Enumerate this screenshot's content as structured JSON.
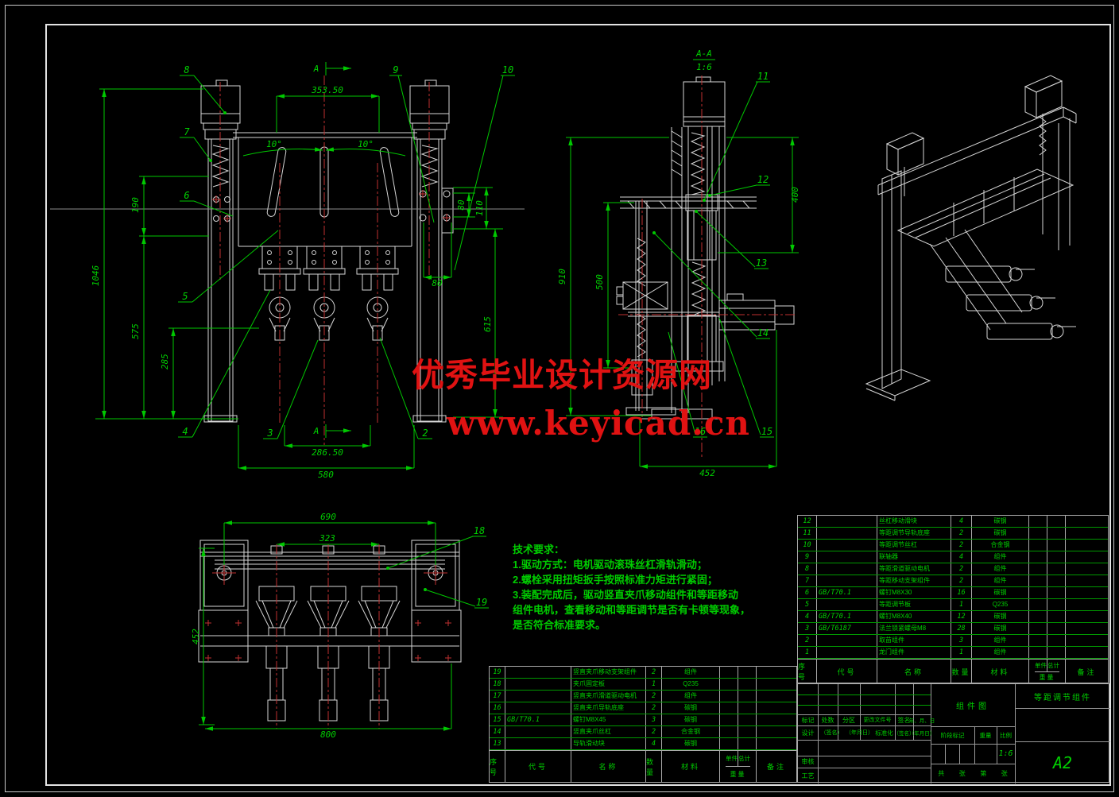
{
  "watermark": {
    "line1": "优秀毕业设计资源网",
    "line2": "www.keyicad.cn"
  },
  "tech_requirements": {
    "title": "技术要求：",
    "lines": [
      "1.驱动方式：电机驱动滚珠丝杠滑轨滑动；",
      "2.螺栓采用扭矩扳手按照标准力矩进行紧固；",
      "3.装配完成后，驱动竖直夹爪移动组件和等距移动",
      "组件电机，查看移动和等距调节是否有卡顿等现象，",
      "是否符合标准要求。"
    ]
  },
  "views": {
    "front": {
      "section_label": "A",
      "dims": {
        "width_top": "353.50",
        "angle_left": "10°",
        "angle_right": "10°",
        "height_total": "1046",
        "h190": "190",
        "h575": "575",
        "h285": "285",
        "r80": "80",
        "r110": "110",
        "mid80": "80",
        "r615": "615",
        "w28650": "286.50",
        "w580": "580"
      },
      "balloons": {
        "b2": "2",
        "b3": "3",
        "b4": "4",
        "b5": "5",
        "b6": "6",
        "b7": "7",
        "b8": "8",
        "b9": "9",
        "b10": "10"
      }
    },
    "section": {
      "title": "A-A",
      "scale": "1:6",
      "dims": {
        "h910": "910",
        "h500": "500",
        "h400": "400",
        "w452": "452"
      },
      "balloons": {
        "b11": "11",
        "b12": "12",
        "b13": "13",
        "b14": "14",
        "b15": "15",
        "b16": "16"
      }
    },
    "bottom": {
      "dims": {
        "w690": "690",
        "w323": "323",
        "h452": "452",
        "w800": "800"
      },
      "balloons": {
        "b18": "18",
        "b19": "19"
      }
    }
  },
  "bom_header": {
    "seq": "序号",
    "code": "代号",
    "name": "名称",
    "qty": "数量",
    "material": "材料",
    "unit": "单件",
    "total": "总计",
    "weight": "重量",
    "remark": "备注"
  },
  "bom_right": {
    "rows": [
      [
        "12",
        "",
        "丝杠移动滑块",
        "4",
        "碳钢"
      ],
      [
        "11",
        "",
        "等距调节导轨底座",
        "2",
        "碳钢"
      ],
      [
        "10",
        "",
        "等距调节丝杠",
        "2",
        "合金钢"
      ],
      [
        "9",
        "",
        "联轴器",
        "4",
        "组件"
      ],
      [
        "8",
        "",
        "等距滑道驱动电机",
        "2",
        "组件"
      ],
      [
        "7",
        "",
        "等距移动支架组件",
        "2",
        "组件"
      ],
      [
        "6",
        "GB/T70.1",
        "螺钉M8X30",
        "16",
        "碳钢"
      ],
      [
        "5",
        "",
        "等距调节板",
        "1",
        "Q235"
      ],
      [
        "4",
        "GB/T70.1",
        "螺钉M8X40",
        "12",
        "碳钢"
      ],
      [
        "3",
        "GB/T6187",
        "法兰锁紧螺母M8",
        "28",
        "碳钢"
      ],
      [
        "2",
        "",
        "取苗组件",
        "3",
        "组件"
      ],
      [
        "1",
        "",
        "龙门组件",
        "1",
        "组件"
      ]
    ]
  },
  "bom_left": {
    "rows": [
      [
        "19",
        "",
        "竖直夹爪移动支架组件",
        "2",
        "组件"
      ],
      [
        "18",
        "",
        "夹爪固定板",
        "1",
        "Q235"
      ],
      [
        "17",
        "",
        "竖直夹爪滑道驱动电机",
        "2",
        "组件"
      ],
      [
        "16",
        "",
        "竖直夹爪导轨底座",
        "2",
        "碳钢"
      ],
      [
        "15",
        "GB/T70.1",
        "螺钉M8X45",
        "3",
        "碳钢"
      ],
      [
        "14",
        "",
        "竖直夹爪丝杠",
        "2",
        "合金钢"
      ],
      [
        "13",
        "",
        "导轨滑动块",
        "4",
        "碳钢"
      ]
    ]
  },
  "title_block": {
    "drawing_type": "组件图",
    "part_name": "等距调节组件",
    "sheet_size": "A2",
    "scale_value": "1:6",
    "labels": {
      "mark": "标记",
      "count": "处数",
      "zone": "分区",
      "change_file": "更改文件号",
      "sign": "签名",
      "date": "年、月、日",
      "design": "设计",
      "sign_p": "（签名）",
      "date_p": "（年月日）",
      "standard": "标准化",
      "stage": "阶段标记",
      "weight": "重量",
      "scale": "比例",
      "check": "审核",
      "process": "工艺",
      "sheet_total": "共",
      "sheet_zhang": "张",
      "sheet_no": "第",
      "sheet_zhang2": "张"
    }
  }
}
